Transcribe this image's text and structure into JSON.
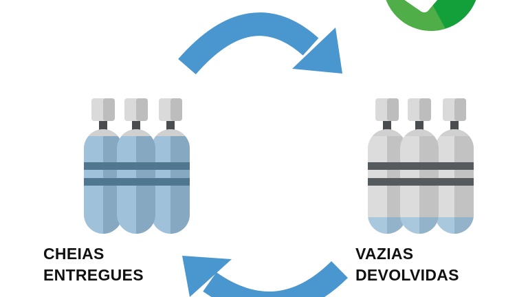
{
  "labels": {
    "full": {
      "line1": "CHEIAS",
      "line2": "ENTREGUES"
    },
    "empty": {
      "line1": "VAZIAS",
      "line2": "DEVOLVIDAS"
    }
  },
  "colors": {
    "arrow": "#4a96cf",
    "check_light": "#4fae47",
    "check_dark": "#13a03b",
    "full_body": "#9fc1d9",
    "full_shade": "#86a8c0",
    "full_band": "#4f7890",
    "empty_body": "#dcdcdc",
    "empty_shade": "#c2c2c2",
    "empty_band": "#555a5e"
  }
}
